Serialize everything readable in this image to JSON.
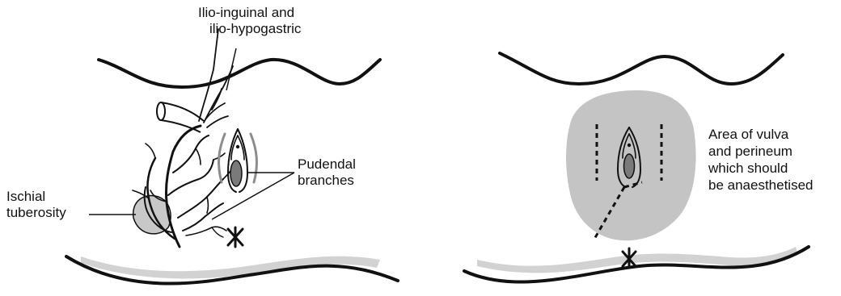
{
  "left_panel": {
    "nerve_label": [
      "Ilio-inguinal and",
      "ilio-hypogastric"
    ],
    "pudendal_label": [
      "Pudendal",
      "branches"
    ],
    "ischial_label": [
      "Ischial",
      "tuberosity"
    ]
  },
  "right_panel": {
    "area_label": [
      "Area of vulva",
      "and perineum",
      "which should",
      "be anaesthetised"
    ]
  },
  "colors": {
    "line": "#111111",
    "shaded_area": "#c4c4c4",
    "buttock_band": "#d2d2d2",
    "vaginal_opening": "#7a7a7a",
    "labia_outline": "#8c8c8c"
  }
}
